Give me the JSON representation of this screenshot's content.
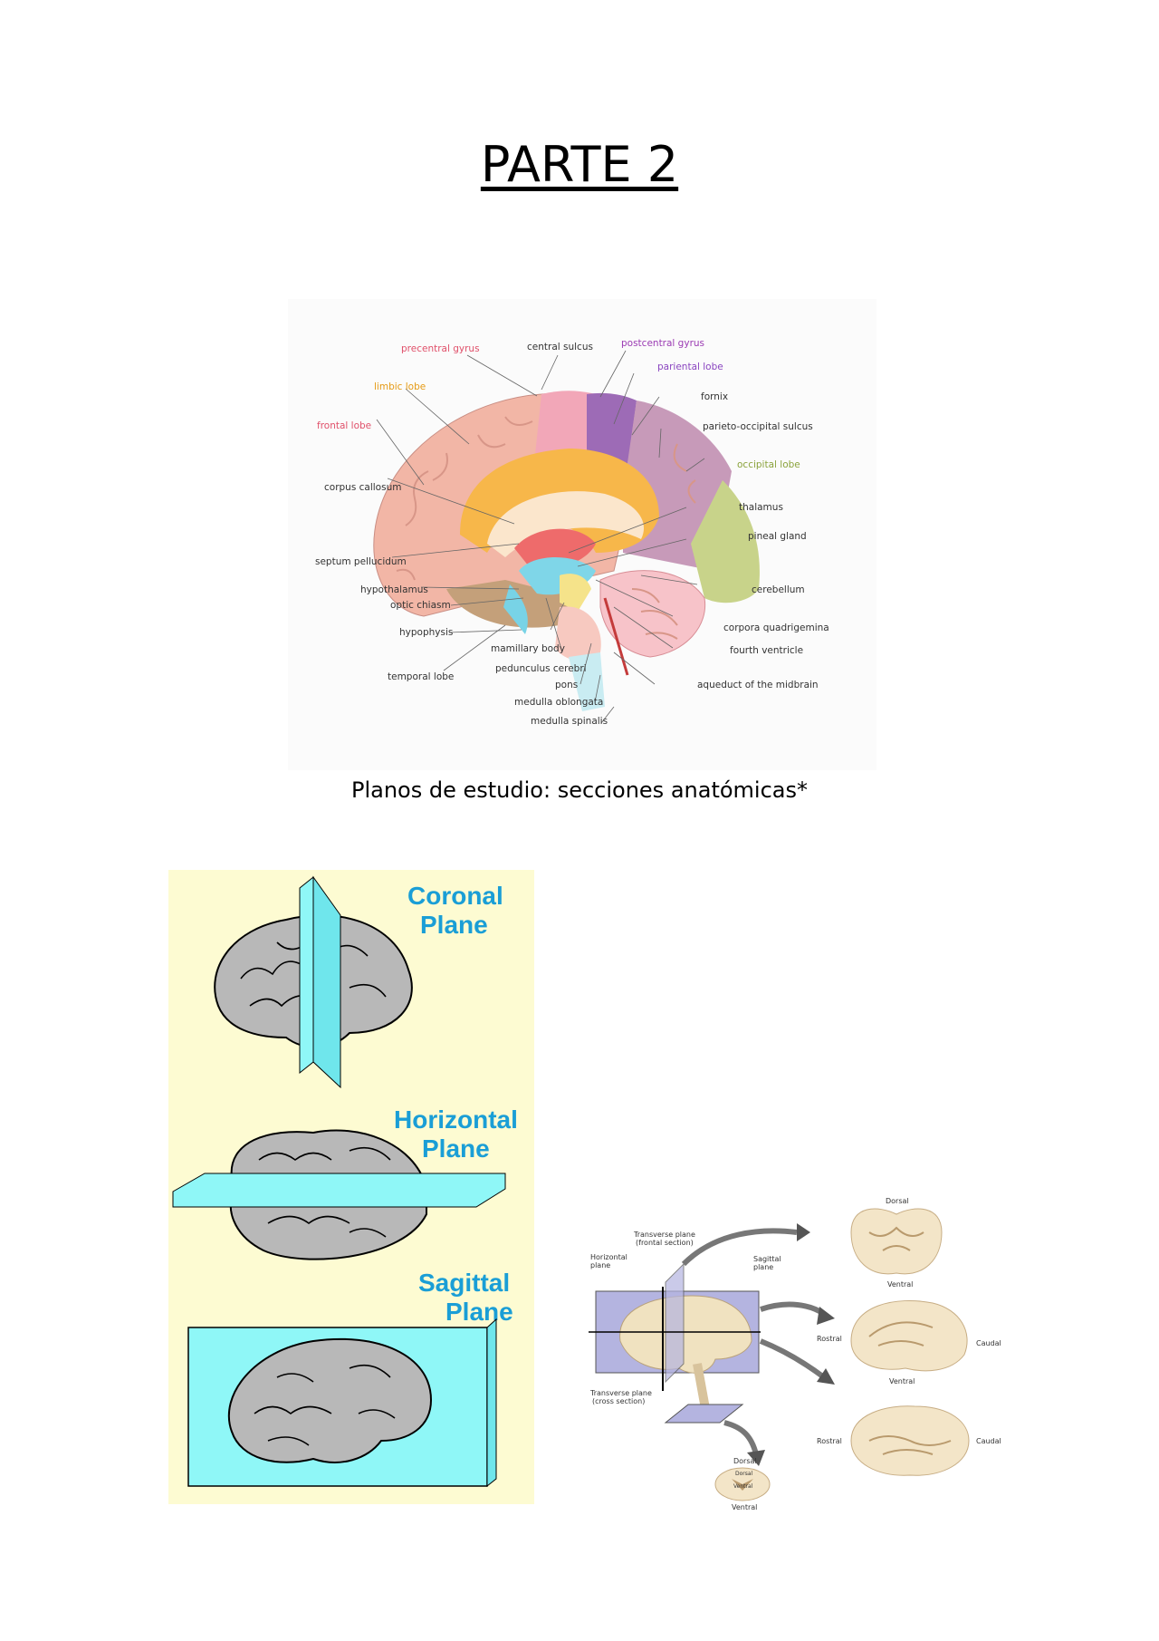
{
  "header": {
    "title": "PARTE 2"
  },
  "brain_labels": {
    "precentral_gyrus": "precentral gyrus",
    "central_sulcus": "central  sulcus",
    "postcentral_gyrus": "postcentral gyrus",
    "pariental_lobe": "pariental lobe",
    "limbic_lobe": "limbic lobe",
    "fornix": "fornix",
    "frontal_lobe": "frontal lobe",
    "parieto_occipital_sulcus": "parieto-occipital sulcus",
    "occipital_lobe": "occipital lobe",
    "corpus_callosum": "corpus callosum",
    "thalamus": "thalamus",
    "pineal_gland": "pineal gland",
    "septum_pellucidum": "septum pellucidum",
    "cerebellum": "cerebellum",
    "hypothalamus": "hypothalamus",
    "optic_chiasm": "optic chiasm",
    "corpora_quadrigemina": "corpora quadrigemina",
    "hypophysis": "hypophysis",
    "mamillary_body": "mamillary body",
    "fourth_ventricle": "fourth ventricle",
    "pedunculus_cerebri": "pedunculus cerebri",
    "temporal_lobe": "temporal lobe",
    "pons": "pons",
    "aqueduct": "aqueduct of the midbrain",
    "medulla_oblongata": "medulla oblongata",
    "medulla_spinalis": "medulla spinalis"
  },
  "caption": "Planos de estudio: secciones anatómicas*",
  "planes_figure": {
    "coronal_1": "Coronal",
    "coronal_2": "Plane",
    "horizontal_1": "Horizontal",
    "horizontal_2": "Plane",
    "sagittal_1": "Sagittal",
    "sagittal_2": "Plane"
  },
  "sections_figure": {
    "transverse_frontal_1": "Transverse plane",
    "transverse_frontal_2": "(frontal section)",
    "horizontal_1": "Horizontal",
    "horizontal_2": "plane",
    "sagittal_1": "Sagittal",
    "sagittal_2": "plane",
    "transverse_cross_1": "Transverse plane",
    "transverse_cross_2": "(cross section)",
    "dorsal": "Dorsal",
    "ventral": "Ventral",
    "rostral": "Rostral",
    "caudal": "Caudal",
    "rostral_2": "Rostral",
    "caudal_2": "Caudal",
    "ventral_2": "Ventral",
    "dorsal_2": "Dorsal",
    "ventral_3": "Ventral",
    "ventral_4": "Ventral",
    "dorsal_3": "Dorsal"
  },
  "colors": {
    "frontal": "#f2b6a6",
    "limbic": "#f7b74a",
    "central": "#9d6bb6",
    "parietal": "#c79ab9",
    "occipital": "#c8d38a",
    "temporal": "#c4a07a",
    "cyan_plane": "#8ff7f7",
    "plane_bg": "#fdfbd2",
    "title_blue": "#1a9ed6"
  }
}
